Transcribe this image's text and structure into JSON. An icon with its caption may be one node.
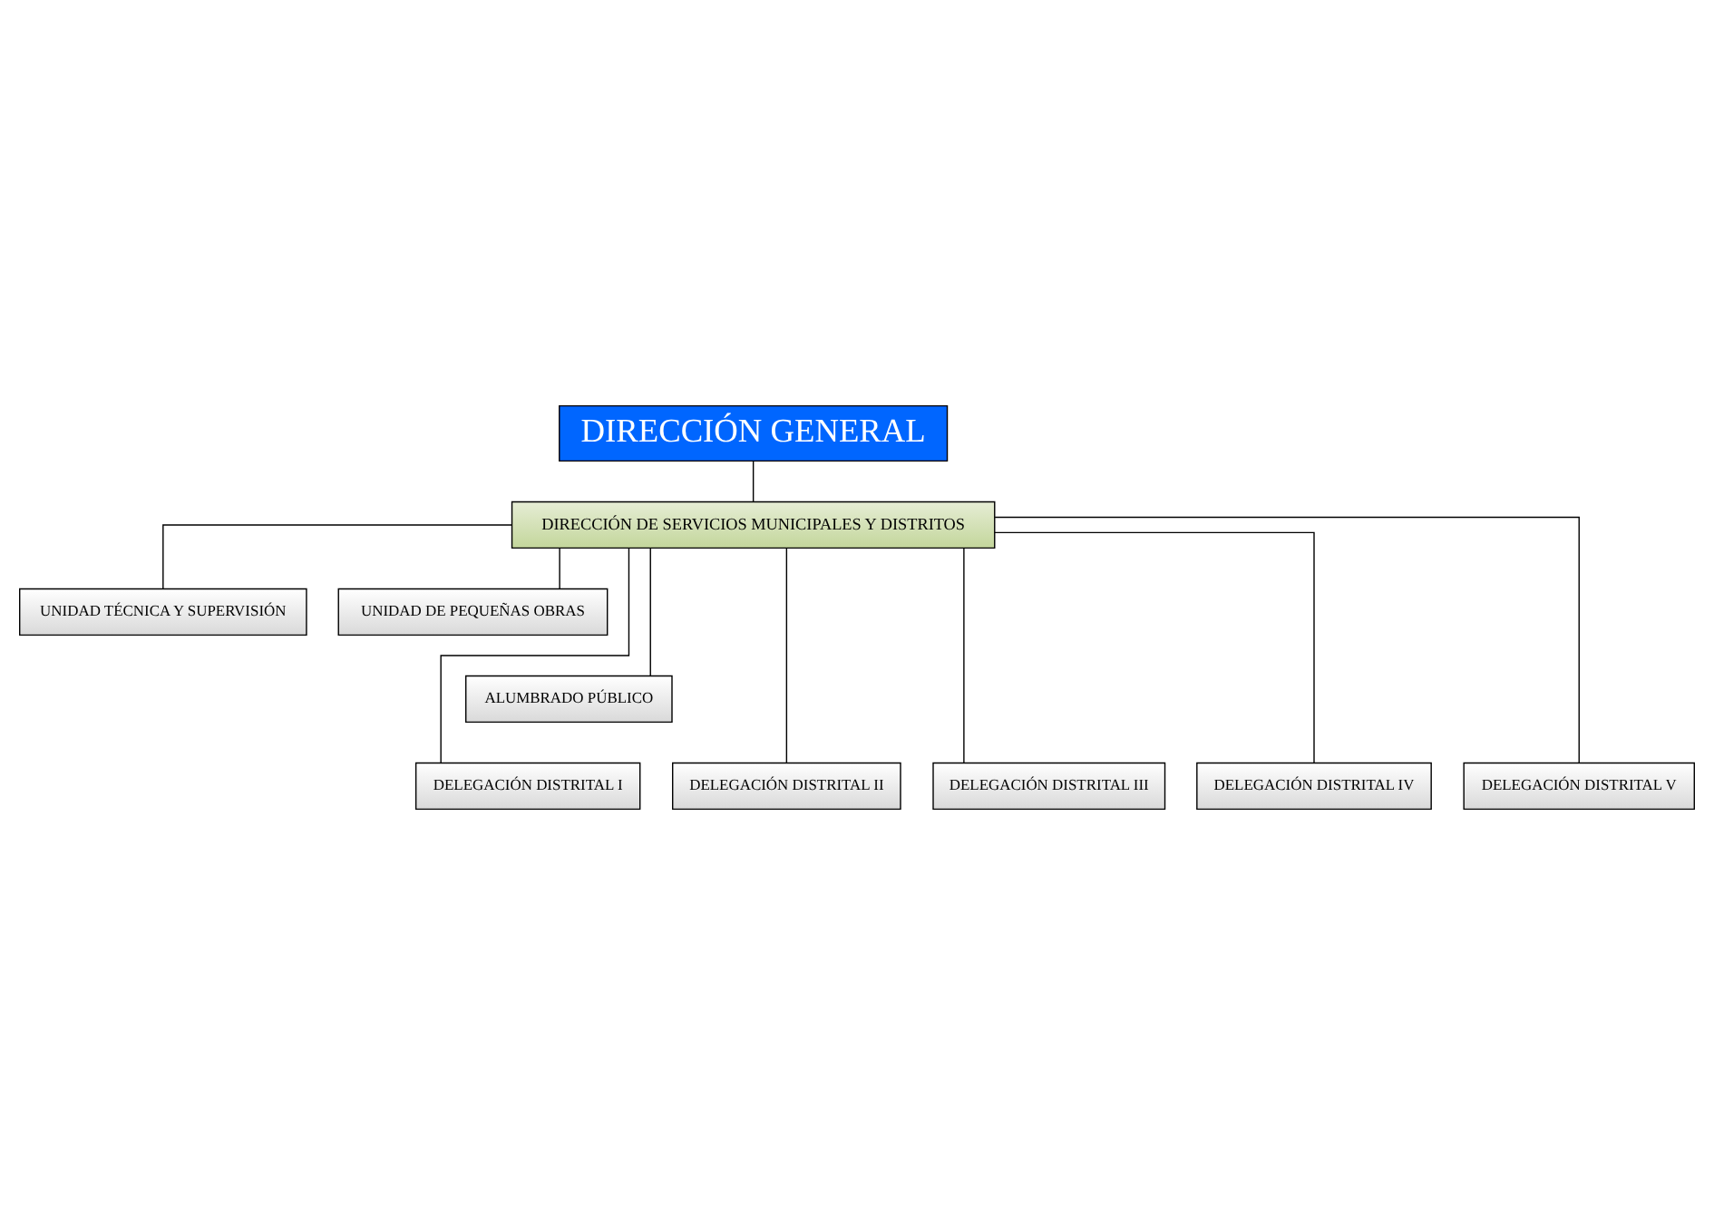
{
  "diagram": {
    "nodes": [
      {
        "text": [
          "DIRECCIÓN GENERAL"
        ]
      },
      {
        "text": [
          "DIRECCIÓN DE SERVICIOS MUNICIPALES Y DISTRITOS"
        ]
      },
      {
        "text": [
          "UNIDAD TÉCNICA Y SUPERVISIÓN"
        ]
      },
      {
        "text": [
          "UNIDAD DE PEQUEÑAS OBRAS"
        ]
      },
      {
        "text": [
          "ALUMBRADO PÚBLICO"
        ]
      },
      {
        "text": [
          "DELEGACIÓN DISTRITAL I"
        ]
      },
      {
        "text": [
          "DELEGACIÓN DISTRITAL II"
        ]
      },
      {
        "text": [
          "DELEGACIÓN DISTRITAL III"
        ]
      },
      {
        "text": [
          "DELEGACIÓN DISTRITAL IV"
        ]
      },
      {
        "text": [
          "DELEGACIÓN DISTRITAL V"
        ]
      }
    ],
    "edges": [
      {
        "from": 0,
        "to": 1,
        "arrow": "none"
      },
      {
        "from": 1,
        "to": 2,
        "arrow": "none"
      },
      {
        "from": 1,
        "to": 3,
        "arrow": "none"
      },
      {
        "from": 1,
        "to": 4,
        "arrow": "none"
      },
      {
        "from": 1,
        "to": 5,
        "arrow": "none"
      },
      {
        "from": 1,
        "to": 6,
        "arrow": "none"
      },
      {
        "from": 1,
        "to": 7,
        "arrow": "none"
      },
      {
        "from": 1,
        "to": 8,
        "arrow": "none"
      },
      {
        "from": 1,
        "to": 9,
        "arrow": "none"
      }
    ]
  }
}
